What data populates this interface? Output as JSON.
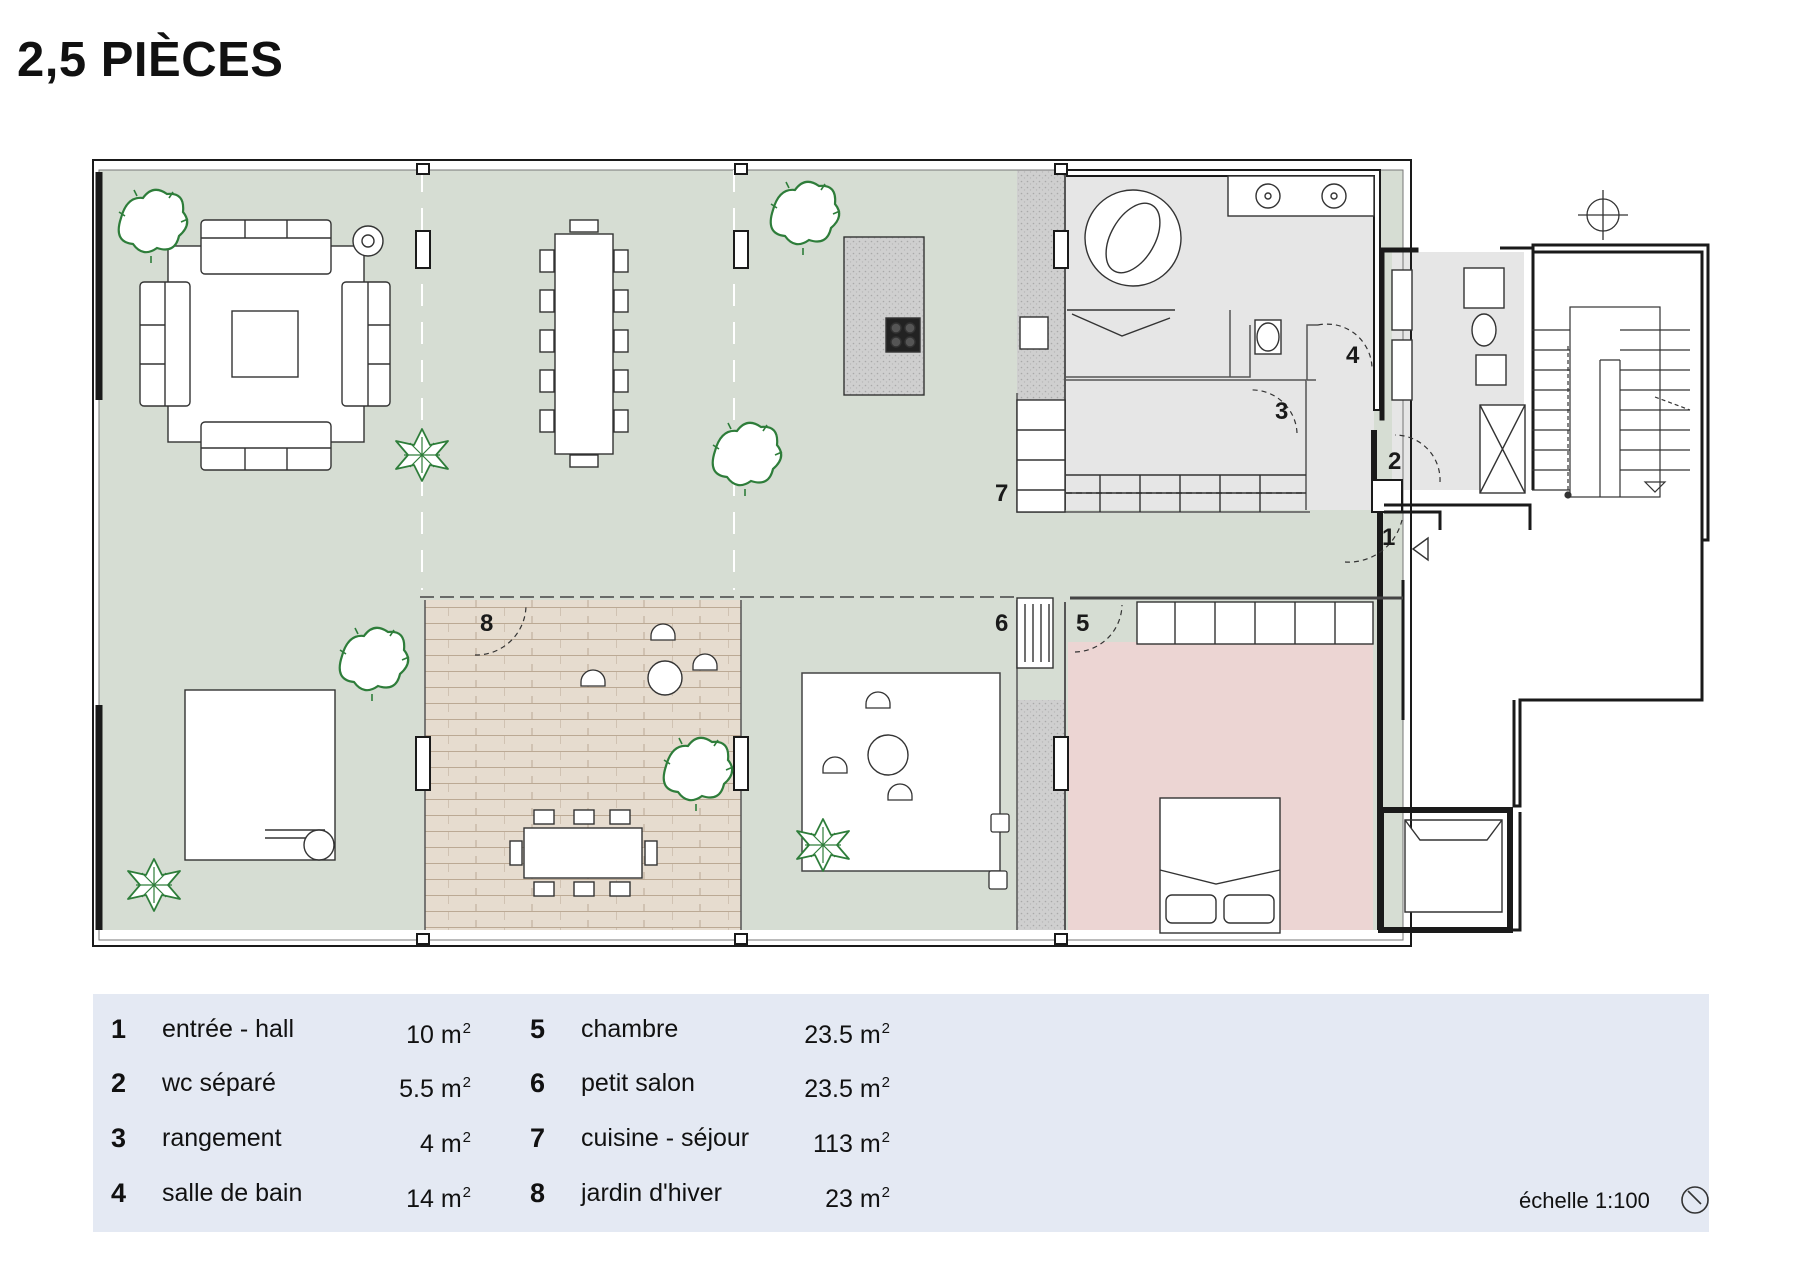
{
  "title": "2,5 PIÈCES",
  "room_tags": [
    "1",
    "2",
    "3",
    "4",
    "5",
    "6",
    "7",
    "8"
  ],
  "legend": {
    "rows": [
      {
        "num": "1",
        "label": "entrée - hall",
        "value": "10",
        "unit": "m",
        "exp": "2"
      },
      {
        "num": "2",
        "label": "wc séparé",
        "value": "5.5",
        "unit": "m",
        "exp": "2"
      },
      {
        "num": "3",
        "label": "rangement",
        "value": "4",
        "unit": "m",
        "exp": "2"
      },
      {
        "num": "4",
        "label": "salle de bain",
        "value": "14",
        "unit": "m",
        "exp": "2"
      },
      {
        "num": "5",
        "label": "chambre",
        "value": "23.5",
        "unit": "m",
        "exp": "2"
      },
      {
        "num": "6",
        "label": "petit salon",
        "value": "23.5",
        "unit": "m",
        "exp": "2"
      },
      {
        "num": "7",
        "label": "cuisine - séjour",
        "value": "113",
        "unit": "m",
        "exp": "2"
      },
      {
        "num": "8",
        "label": "jardin d'hiver",
        "value": "23",
        "unit": "m",
        "exp": "2"
      }
    ],
    "scale": "échelle 1:100"
  },
  "colors": {
    "living_floor": "#d6ddd3",
    "winter_garden_floor": "#e6dccf",
    "bedroom_floor": "#ecd5d3",
    "wet_rooms_floor": "#e6e6e6",
    "walls": "#1a1a1a",
    "plants": "#2e7d3a",
    "legend_background": "#e4e9f3"
  },
  "icons": {
    "north": "north-arrow-icon",
    "scale": "scale-compass-icon",
    "entry": "entry-triangle-icon"
  }
}
